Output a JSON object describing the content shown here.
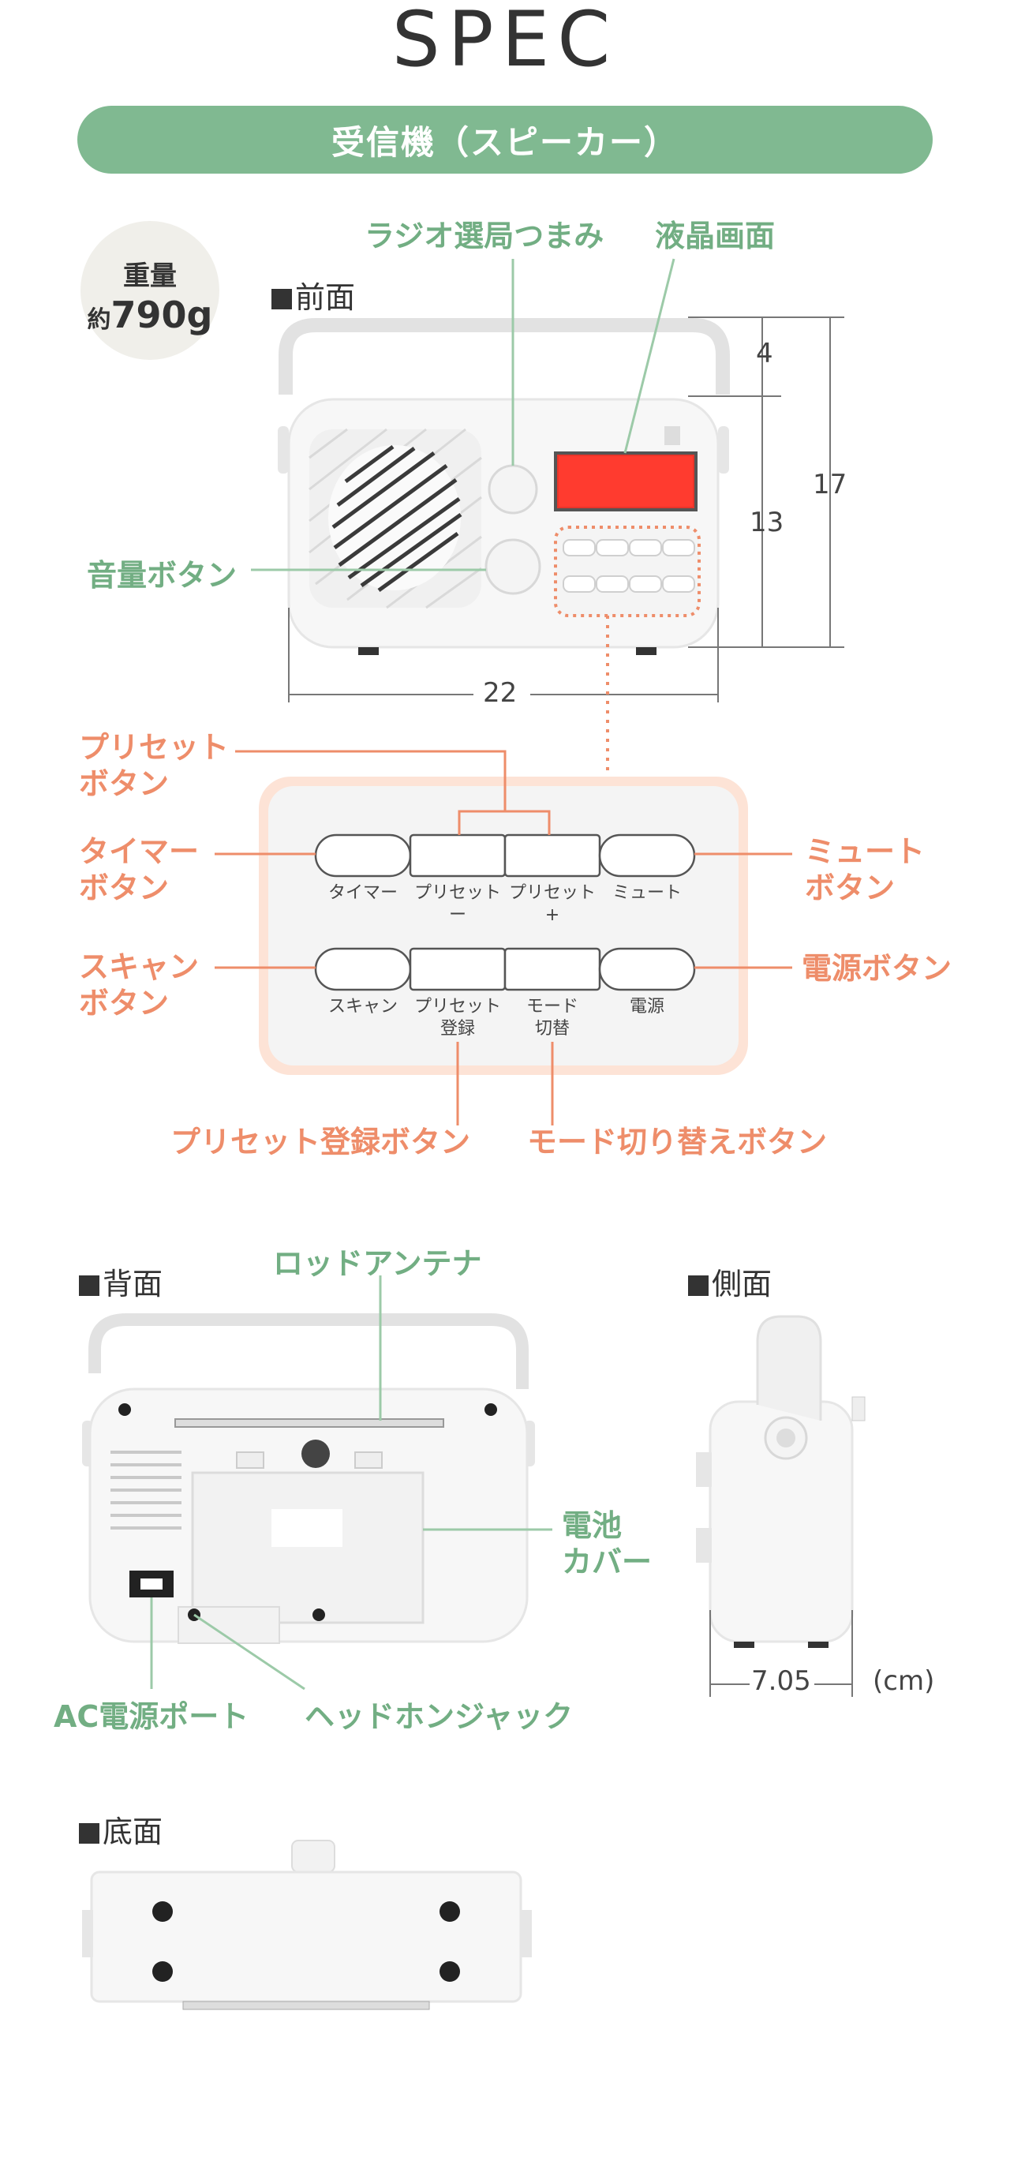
{
  "title": "SPEC",
  "banner": "受信機（スピーカー）",
  "weight": {
    "label": "重量",
    "prefix": "約",
    "value": "790g"
  },
  "front": {
    "heading": "前面",
    "callouts": {
      "tuning_knob": "ラジオ選局つまみ",
      "lcd": "液晶画面",
      "volume": "音量ボタン"
    },
    "dimensions": {
      "top": "4",
      "body": "13",
      "total": "17",
      "width": "22"
    }
  },
  "panel": {
    "callouts": {
      "preset": [
        "プリセット",
        "ボタン"
      ],
      "timer": [
        "タイマー",
        "ボタン"
      ],
      "scan": [
        "スキャン",
        "ボタン"
      ],
      "mute": [
        "ミュート",
        "ボタン"
      ],
      "power": "電源ボタン",
      "preset_register": "プリセット登録ボタン",
      "mode_switch": "モード切り替えボタン"
    },
    "row1": [
      [
        "タイマー"
      ],
      [
        "プリセット",
        "ー"
      ],
      [
        "プリセット",
        "+"
      ],
      [
        "ミュート"
      ]
    ],
    "row2": [
      [
        "スキャン"
      ],
      [
        "プリセット",
        "登録"
      ],
      [
        "モード",
        "切替"
      ],
      [
        "電源"
      ]
    ]
  },
  "back": {
    "heading": "背面",
    "callouts": {
      "antenna": "ロッドアンテナ",
      "battery_cover": [
        "電池",
        "カバー"
      ],
      "ac_port": "AC電源ポート",
      "headphone": "ヘッドホンジャック"
    }
  },
  "side": {
    "heading": "側面",
    "depth": "7.05",
    "unit": "(cm)"
  },
  "bottom": {
    "heading": "底面"
  },
  "colors": {
    "green": "#80b991",
    "orange": "#ee8d6a",
    "panel_bg": "#fde3d6"
  }
}
